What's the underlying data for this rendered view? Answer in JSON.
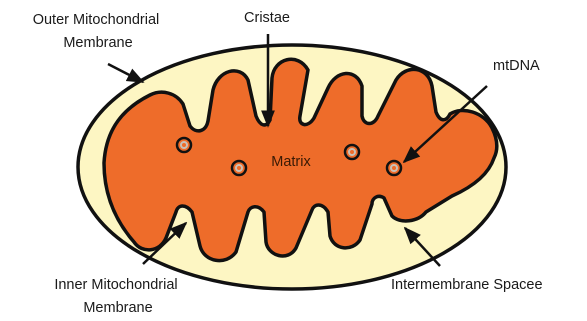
{
  "diagram": {
    "labels": {
      "outer_membrane": [
        "Outer Mitochondrial",
        "Membrane"
      ],
      "cristae": "Cristae",
      "mtdna": "mtDNA",
      "matrix": "Matrix",
      "inner_membrane": [
        "Inner Mitochondrial",
        "Membrane"
      ],
      "intermembrane_space": "Intermembrane Spacee"
    },
    "colors": {
      "outer_fill": "#fdf6c3",
      "inner_fill": "#ee6c2a",
      "outline": "#111111",
      "dna_ring": "#c9c2b8"
    },
    "mtdna_ring_count": 4
  }
}
